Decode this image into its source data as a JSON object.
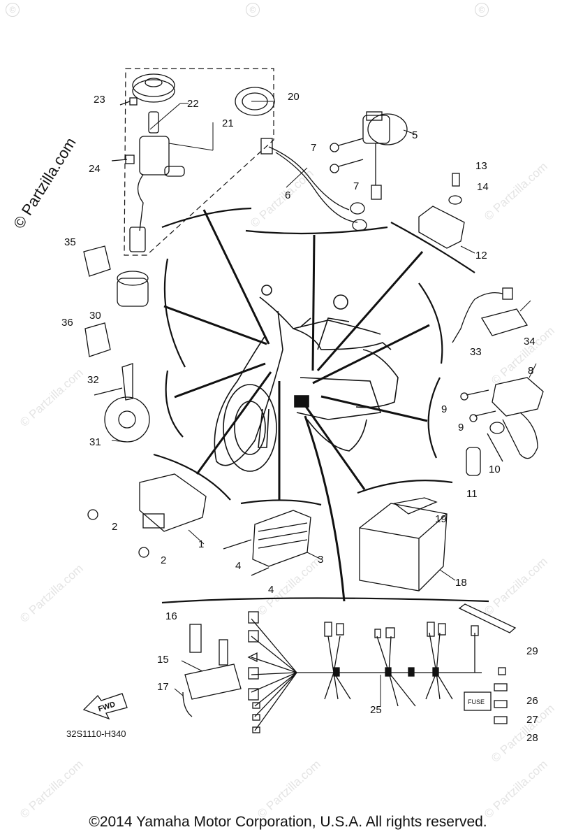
{
  "watermark": {
    "symbol": "©",
    "text": "© Partzilla.com",
    "site_mark": "© Partzilla.com"
  },
  "callouts": [
    "1",
    "2",
    "2",
    "3",
    "4",
    "4",
    "5",
    "6",
    "7",
    "7",
    "8",
    "9",
    "9",
    "10",
    "11",
    "12",
    "13",
    "14",
    "15",
    "16",
    "17",
    "18",
    "19",
    "20",
    "21",
    "22",
    "23",
    "24",
    "25",
    "26",
    "27",
    "28",
    "29",
    "30",
    "31",
    "32",
    "33",
    "34",
    "35",
    "36"
  ],
  "labels": {
    "fwd": "FWD",
    "fuse": "FUSE",
    "diagram_code": "32S1110-H340"
  },
  "footer": {
    "copyright": "©2014  Yamaha Motor Corporation, U.S.A. All rights reserved."
  },
  "colors": {
    "ink": "#111111",
    "watermark": "#e0e0e0",
    "background": "#ffffff"
  }
}
